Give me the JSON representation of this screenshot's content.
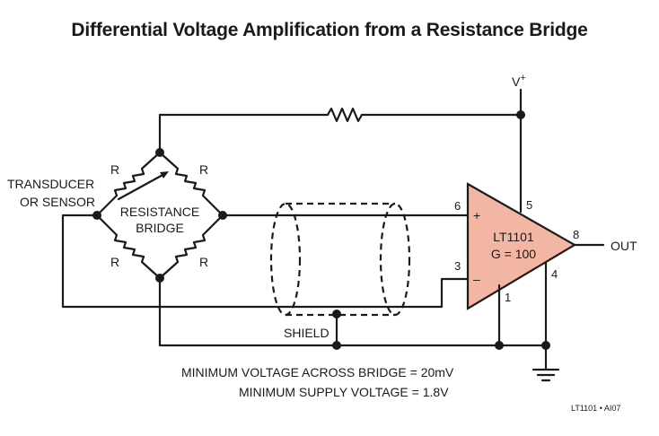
{
  "title": "Differential Voltage Amplification from a Resistance Bridge",
  "labels": {
    "supply": "V",
    "supply_sup": "+",
    "transducer_line1": "TRANSDUCER",
    "transducer_line2": "OR SENSOR",
    "bridge_line1": "RESISTANCE",
    "bridge_line2": "BRIDGE",
    "resistor_r": "R",
    "shield": "SHIELD",
    "output": "OUT",
    "ic_name": "LT1101",
    "ic_gain": "G = 100",
    "plus": "+",
    "minus": "–"
  },
  "pins": {
    "non_inverting": "6",
    "inverting": "3",
    "supply": "5",
    "output": "8",
    "ground": "1",
    "ref": "4"
  },
  "notes": {
    "line1": "MINIMUM VOLTAGE ACROSS BRIDGE = 20mV",
    "line2": "MINIMUM SUPPLY VOLTAGE = 1.8V"
  },
  "figure_id": "LT1101 • AI07",
  "colors": {
    "amplifier_fill": "#f4b6a4",
    "ink": "#1a1a1a"
  }
}
